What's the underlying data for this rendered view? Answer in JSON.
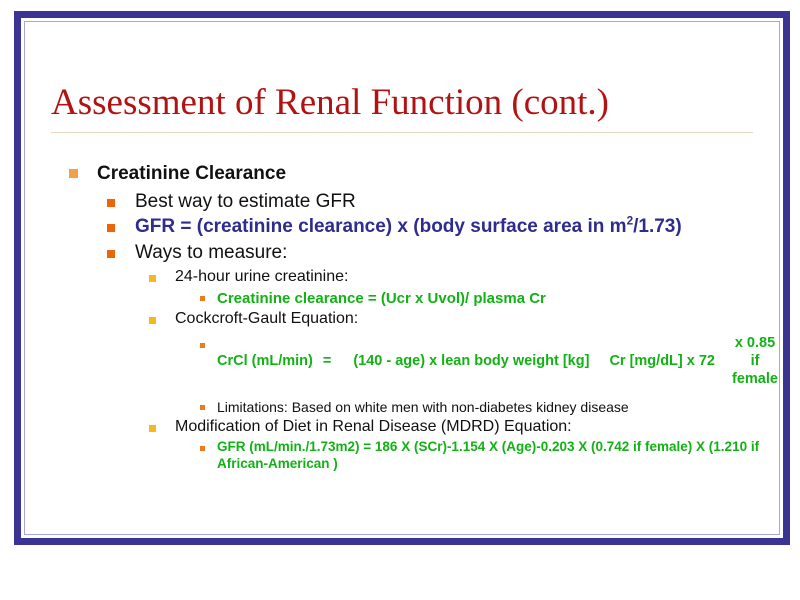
{
  "slide": {
    "title": "Assessment of Renal Function (cont.)",
    "frame_color": "#3b3492",
    "frame_inner_color": "#a9a7d4",
    "title_color": "#b11313",
    "rule_color": "#e8d7bf",
    "background": "#ffffff"
  },
  "colors": {
    "text": "#111111",
    "blue": "#2e2c8c",
    "green": "#12b215",
    "bullet_l1": "#f0a04a",
    "bullet_l2": "#ec6608",
    "bullet_l3": "#f5b820",
    "bullet_l4": "#ee7a1a"
  },
  "body": {
    "heading": "Creatinine Clearance",
    "item_best_way": "Best way to estimate GFR",
    "item_gfr_formula_pre": "GFR = (creatinine clearance) x (body surface area in m",
    "item_gfr_formula_sup": "2",
    "item_gfr_formula_post": "/1.73)",
    "item_ways_to_measure": "Ways to measure:",
    "item_24h_urine": "24-hour urine creatinine:",
    "item_crcl_green": "Creatinine clearance = (Ucr x Uvol)/ plasma Cr",
    "item_cockcroft": "Cockcroft-Gault Equation:",
    "equation": {
      "lhs": "CrCl (mL/min)",
      "equals": "=",
      "numerator": "(140 - age)  x  lean body weight [kg]",
      "denominator": "Cr [mg/dL]  x  72",
      "tail": "x 0.85 if female"
    },
    "item_limitations": "Limitations:  Based on white men with non-diabetes kidney disease",
    "item_mdrd": "Modification of Diet in Renal Disease (MDRD) Equation:",
    "item_mdrd_formula": "GFR (mL/min./1.73m2) = 186 X (SCr)-1.154 X (Age)-0.203 X (0.742 if female) X (1.210 if African-American  )"
  }
}
